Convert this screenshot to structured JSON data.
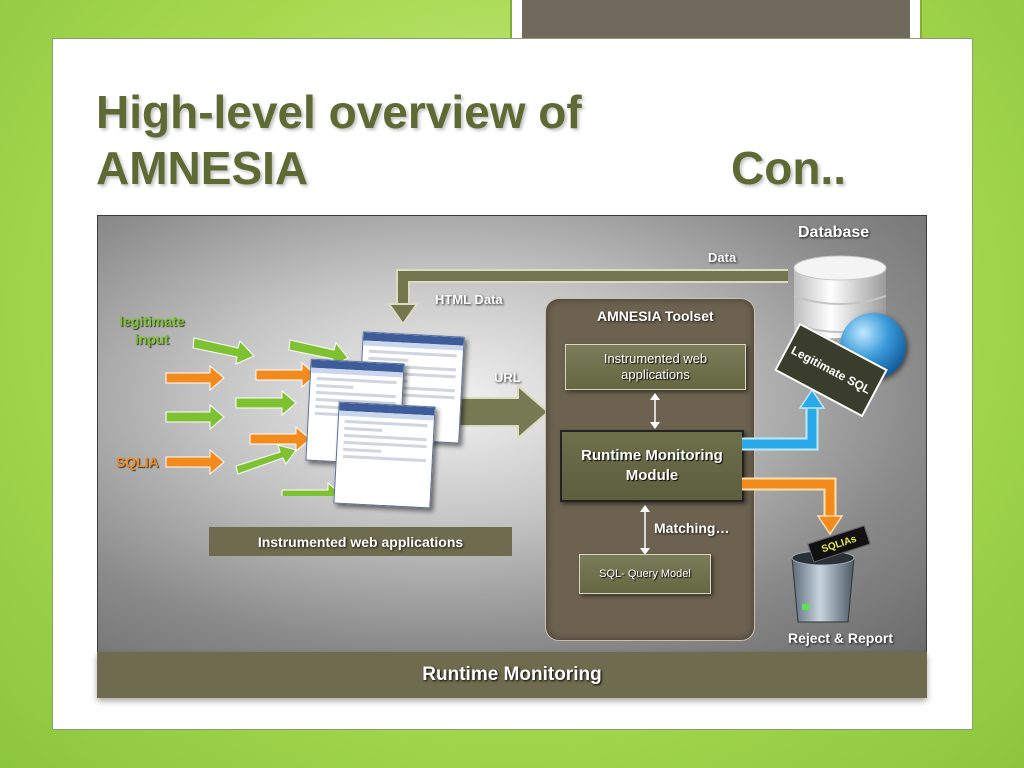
{
  "slide": {
    "title_line1": "High-level overview of",
    "title_line2_left": "AMNESIA",
    "title_line2_right": "Con.."
  },
  "diagram": {
    "database_label": "Database",
    "data_label": "Data",
    "html_data_label": "HTML Data",
    "toolset_label": "AMNESIA Toolset",
    "instrumented_box": "Instrumented web applications",
    "url_label": "URL",
    "runtime_module": "Runtime Monitoring Module",
    "matching_label": "Matching…",
    "sql_query_model": "SQL- Query Model",
    "legitimate_input": "legitimate input",
    "sqlia_label": "SQLIA",
    "instrumented_apps_caption": "Instrumented web applications",
    "legitimate_sql_tag": "Legitimate SQL",
    "sqlias_tag": "SQLIAs",
    "reject_report": "Reject & Report"
  },
  "footer": {
    "label": "Runtime Monitoring"
  },
  "colors": {
    "title": "#5d6a34",
    "green_arrow": "#7ec231",
    "orange_arrow": "#f28a1c",
    "blue_arrow": "#29a9e8",
    "olive": "#6f6b4e"
  }
}
